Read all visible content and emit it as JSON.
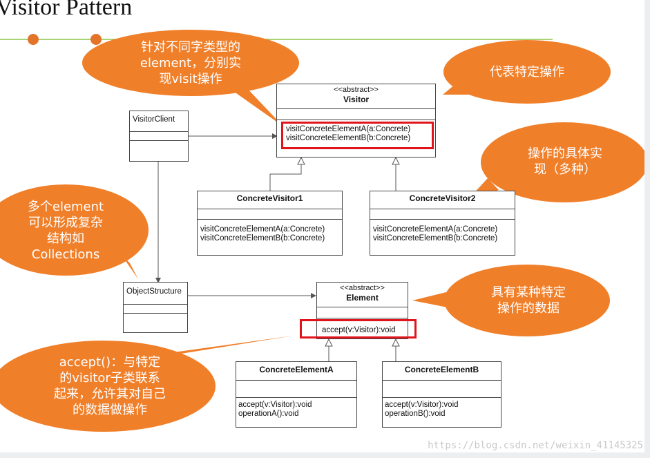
{
  "title": "Visitor Pattern",
  "watermark": "https://blog.csdn.net/weixin_41145325",
  "colors": {
    "bubble": "#f07f2a",
    "highlight": "#e0141b",
    "green_line": "#8bc34a",
    "dot": "#e3742a"
  },
  "classes": {
    "visitor": {
      "stereotype": "<<abstract>>",
      "name": "Visitor",
      "ops": [
        "visitConcreteElementA(a:Concrete)",
        "visitConcreteElementB(b:Concrete)"
      ]
    },
    "visitor_client": {
      "name": "VisitorClient"
    },
    "concrete_visitor1": {
      "name": "ConcreteVisitor1",
      "ops": [
        "visitConcreteElementA(a:Concrete)",
        "visitConcreteElementB(b:Concrete)"
      ]
    },
    "concrete_visitor2": {
      "name": "ConcreteVisitor2",
      "ops": [
        "visitConcreteElementA(a:Concrete)",
        "visitConcreteElementB(b:Concrete)"
      ]
    },
    "object_structure": {
      "name": "ObjectStructure"
    },
    "element": {
      "stereotype": "<<abstract>>",
      "name": "Element",
      "ops": [
        "accept(v:Visitor):void"
      ]
    },
    "concrete_element_a": {
      "name": "ConcreteElementA",
      "ops": [
        "accept(v:Visitor):void",
        "operationA():void"
      ]
    },
    "concrete_element_b": {
      "name": "ConcreteElementB",
      "ops": [
        "accept(v:Visitor):void",
        "operationB():void"
      ]
    }
  },
  "callouts": {
    "element_visit": "针对不同字类型的\nelement，分别实\n现visit操作",
    "specific_op": "代表特定操作",
    "impl": "操作的具体实\n现（多种）",
    "structure": "多个element\n可以形成复杂\n结构如\nCollections",
    "data": "具有某种特定\n操作的数据",
    "accept": "accept()：与特定\n的visitor子类联系\n起来，允许其对自己\n的数据做操作"
  }
}
